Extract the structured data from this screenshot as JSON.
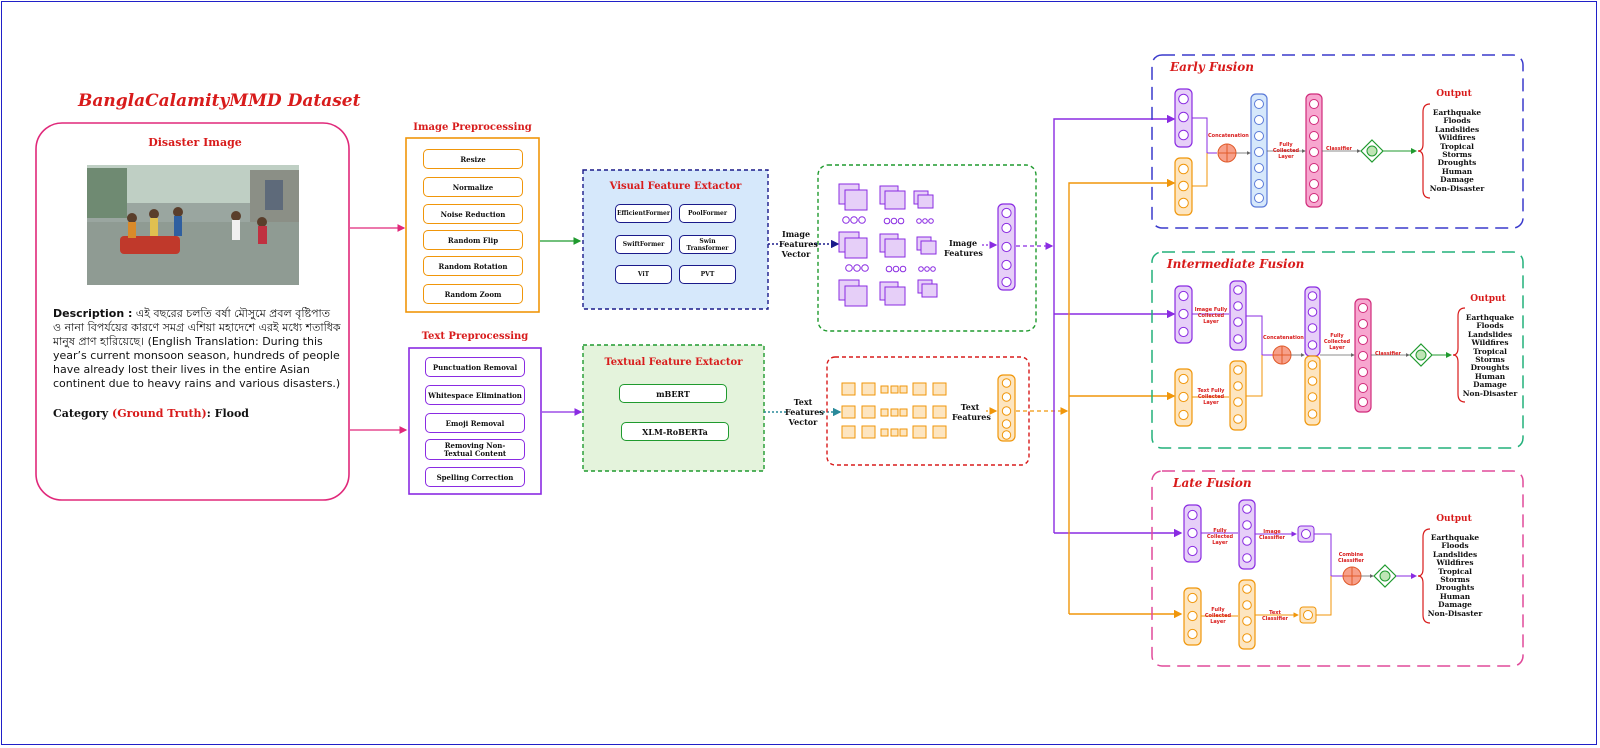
{
  "dataset": {
    "title": "BanglaCalamityMMD Dataset",
    "image_heading": "Disaster Image",
    "description_label": "Description :",
    "description_bangla": "এই বছরের চলতি বর্ষা মৌসুমে প্রবল বৃষ্টিপাত ও নানা বিপর্যয়ের কারণে সমগ্র এশিয়া মহাদেশে এরই মধ্যে শতাধিক মানুষ প্রাণ হারিয়েছে।",
    "description_english": "(English Translation: During this year’s current monsoon season, hundreds of people have already lost their lives in the entire Asian continent due to heavy rains and various disasters.)",
    "category_label": "Category",
    "ground_truth_label": "(Ground Truth)",
    "category_value": ": Flood"
  },
  "image_preprocessing": {
    "title": "Image Preprocessing",
    "steps": [
      "Resize",
      "Normalize",
      "Noise Reduction",
      "Random Flip",
      "Random Rotation",
      "Random Zoom"
    ]
  },
  "text_preprocessing": {
    "title": "Text Preprocessing",
    "steps": [
      "Punctuation Removal",
      "Whitespace Elimination",
      "Emoji Removal",
      "Removing Non-Textual Content",
      "Spelling Correction"
    ]
  },
  "visual_extractor": {
    "title": "Visual Feature Extactor",
    "models": [
      "EfficientFormer",
      "PoolFormer",
      "SwiftFormer",
      "Swin Transformer",
      "ViT",
      "PVT"
    ]
  },
  "textual_extractor": {
    "title": "Textual Feature Extactor",
    "models": [
      "mBERT",
      "XLM-RoBERTa"
    ]
  },
  "labels": {
    "image_features_vector": "Image Features Vector",
    "image_features": "Image Features",
    "text_features_vector": "Text Features Vector",
    "text_features": "Text Features"
  },
  "fusion": {
    "early": {
      "title": "Early Fusion",
      "concatenation": "Concatenation",
      "fully_collected": "Fully Collected Layer",
      "classifier": "Classifier"
    },
    "intermediate": {
      "title": "Intermediate Fusion",
      "image_fc": "Image Fully Collected Layer",
      "text_fc": "Text Fully Collected Layer",
      "concatenation": "Concatenation",
      "fully_collected": "Fully Collected Layer",
      "classifier": "Classifier"
    },
    "late": {
      "title": "Late Fusion",
      "fc_top": "Fully Collected Layer",
      "fc_bottom": "Fully Collected Layer",
      "image_classifier": "Image Classifier",
      "text_classifier": "Text Classifier",
      "combine_classifier": "Combine Classifier"
    }
  },
  "output": {
    "title": "Output",
    "classes": [
      "Earthquake",
      "Floods",
      "Landslides",
      "Wildfires",
      "Tropical",
      "Storms",
      "Droughts",
      "Human",
      "Damage",
      "Non-Disaster"
    ]
  },
  "colors": {
    "frame": "#2020c8",
    "pink": "#e0287a",
    "orange": "#f0960a",
    "purple": "#8a2be2",
    "green": "#1f9a2e",
    "navy": "#1a1a8a",
    "red_title": "#d81b1b",
    "light_blue": "#d6e8fb",
    "light_green": "#e4f3dc",
    "lavender": "#e6cff8",
    "peach": "#fde5c0",
    "pink_fill": "#f7a6cf"
  },
  "icons": {
    "concatenation": "circle-plus-icon",
    "classifier": "diamond-circle-icon",
    "output_brace": "right-brace-icon"
  }
}
